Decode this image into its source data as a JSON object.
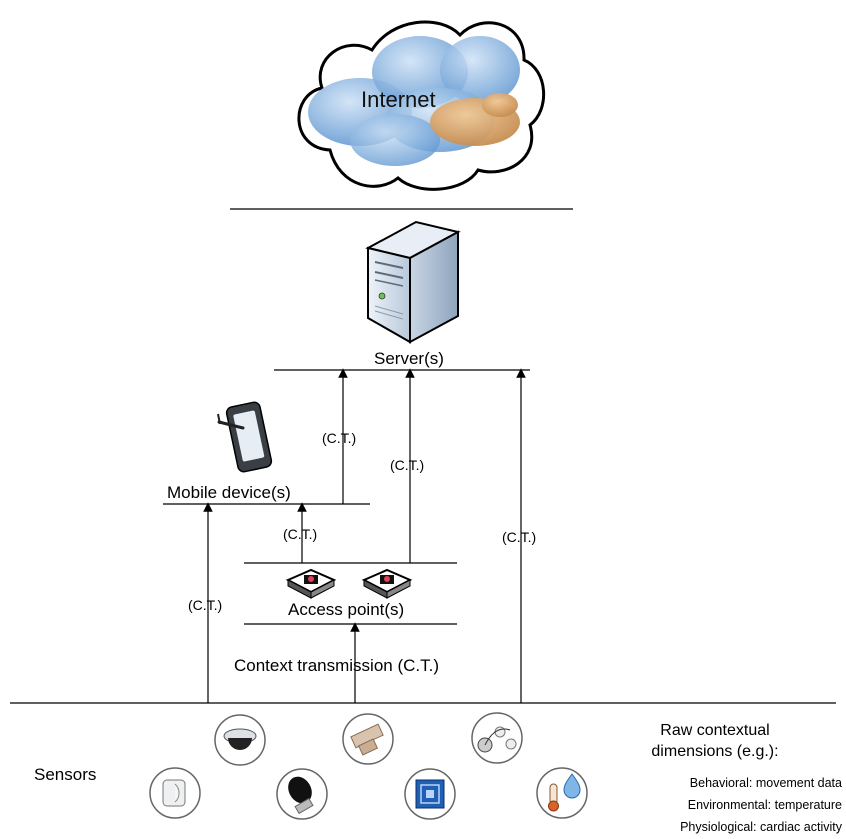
{
  "internet_label": "Internet",
  "server_label": "Server(s)",
  "mobile_label": "Mobile device(s)",
  "access_point_label": "Access point(s)",
  "context_transmission_label": "Context transmission (C.T.)",
  "ct_label": "(C.T.)",
  "sensors_label": "Sensors",
  "raw_title_line1": "Raw contextual",
  "raw_title_line2": "dimensions (e.g.):",
  "dimensions": [
    {
      "category": "Behavioral:",
      "example": "movement data"
    },
    {
      "category": "Environmental:",
      "example": "temperature"
    },
    {
      "category": "Physiological:",
      "example": "cardiac activity"
    }
  ],
  "colors": {
    "cloud_blue": "#6fa8dc",
    "cloud_orange": "#d9a066",
    "server_body": "#d7e2ee",
    "line": "#000000"
  },
  "icons": [
    "cloud-icon",
    "server-icon",
    "tablet-icon",
    "access-point-icon",
    "sensor-icons"
  ]
}
